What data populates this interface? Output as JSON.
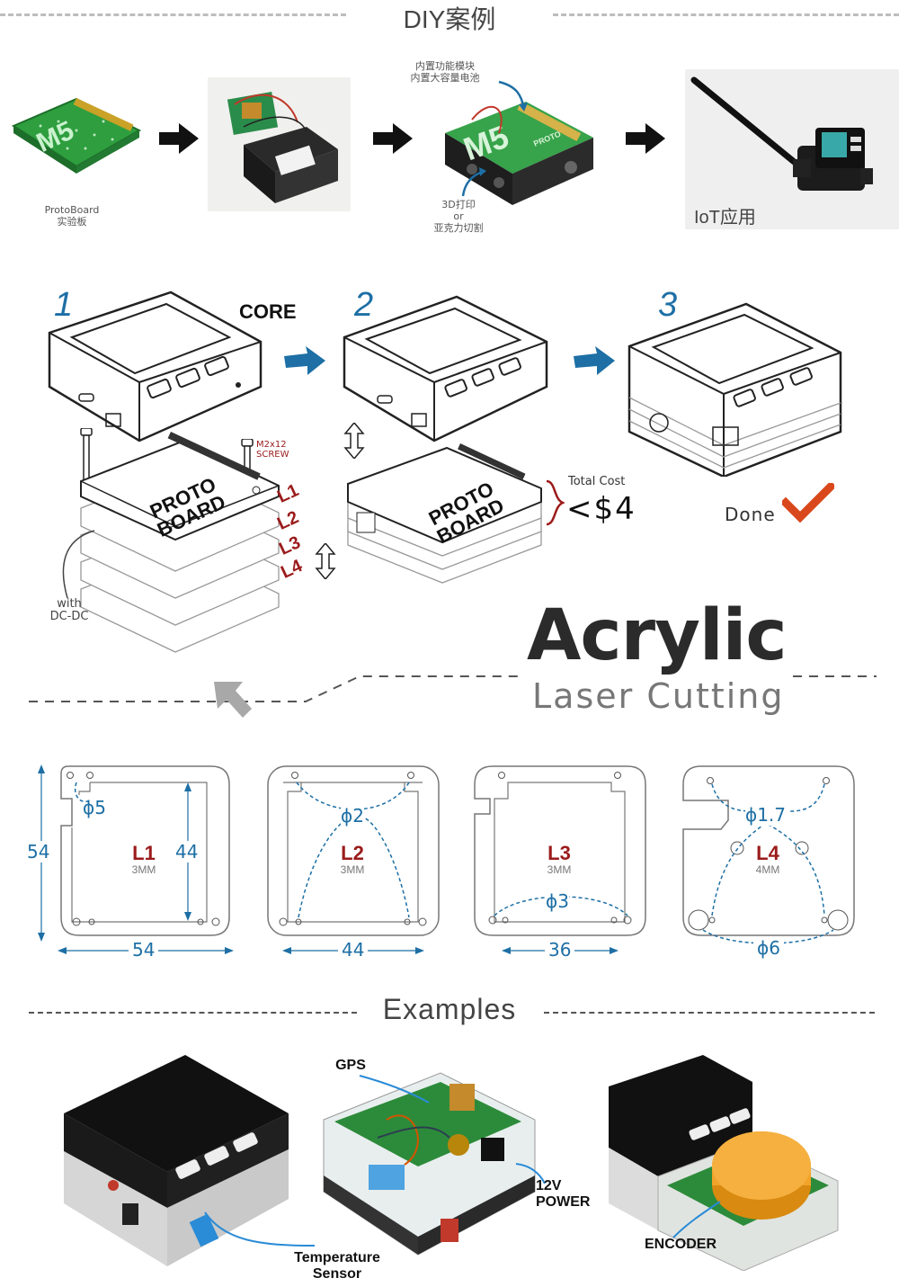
{
  "header": {
    "title": "DIY案例"
  },
  "diy_flow": {
    "protoboard_caption": [
      "ProtoBoard",
      "实验板"
    ],
    "builtin_caption": [
      "内置功能模块",
      "内置大容量电池"
    ],
    "print_caption": [
      "3D打印",
      "or",
      "亚克力切割"
    ],
    "iot_caption": "IoT应用",
    "board_print": "PROTO"
  },
  "steps": {
    "step1": "1",
    "step2": "2",
    "step3": "3",
    "core_label": "CORE",
    "screw_label": [
      "M2x12",
      "SCREW"
    ],
    "protoboard_label": [
      "PROTO",
      "BOARD"
    ],
    "layers": [
      "L1",
      "L2",
      "L3",
      "L4"
    ],
    "dcdc_label": [
      "with",
      "DC-DC"
    ],
    "total_cost_label": "Total Cost",
    "total_cost_value": "<$4",
    "done_label": "Done"
  },
  "acrylic": {
    "title": "Acrylic",
    "subtitle": "Laser Cutting"
  },
  "layer_specs": [
    {
      "name": "L1",
      "thickness": "3MM",
      "hole": "ϕ5",
      "height": "54",
      "inner": "44",
      "width": "54"
    },
    {
      "name": "L2",
      "thickness": "3MM",
      "hole": "ϕ2",
      "width": "44"
    },
    {
      "name": "L3",
      "thickness": "3MM",
      "hole": "ϕ3",
      "width": "36"
    },
    {
      "name": "L4",
      "thickness": "4MM",
      "hole": "ϕ1.7",
      "hole2": "ϕ6"
    }
  ],
  "examples": {
    "title": "Examples",
    "temperature": [
      "Temperature",
      "Sensor"
    ],
    "gps": "GPS",
    "power": [
      "12V",
      "POWER"
    ],
    "encoder": "ENCODER"
  },
  "colors": {
    "accent_blue": "#1d6fa5",
    "accent_red": "#9b1b1b",
    "check_orange": "#d9481c"
  }
}
